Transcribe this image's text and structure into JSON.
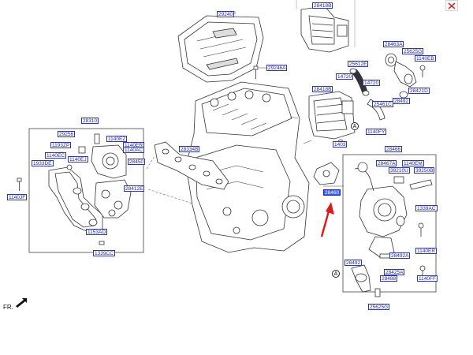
{
  "labels": {
    "l_29240": "29240",
    "l_29246a": "29246A",
    "l_28418b_top": "28418B",
    "l_28463a": "28463A",
    "l_25625g": "25625G",
    "l_1140eb": "1140EB",
    "l_25612e": "25612E",
    "l_14720a": "14720",
    "l_14720b": "14720",
    "l_28418b_mid": "28418B",
    "l_28492_top": "28492",
    "l_28421d": "28421D",
    "l_25461c": "25461C",
    "l_1140fy": "1140FY",
    "l_1403": "1403",
    "l_28310": "28310",
    "l_29256": "29256",
    "l_1140ez": "1140EZ",
    "l_1140er_l": "1140ER",
    "l_1140ac": "1140AC",
    "l_1193zp": "1193ZP",
    "l_1140ec": "1140EC",
    "l_1140ej": "1140EJ",
    "l_28450": "28450",
    "l_1933d": "1933DE",
    "l_28412e": "28412E",
    "l_1140jf": "1140JF",
    "l_1153ad": "1153AD",
    "l_1339cc": "1339CC",
    "l_28334b": "28334B",
    "l_28460": "28460",
    "l_28466": "28466",
    "l_28467a": "28467A",
    "l_1140em": "1140EM",
    "l_39210u": "39210U",
    "l_39250b": "39250B",
    "l_1339ac": "1339AC",
    "l_1140er_r": "1140ER",
    "l_28492a": "28492A",
    "l_28492_bot": "28492",
    "l_28425a": "28425A",
    "l_28488": "28488",
    "l_1140ff": "1140FF",
    "l_25625g_bot": "25625G"
  },
  "marks": {
    "a1": "A",
    "a2": "A"
  },
  "footer": {
    "fr_label": "FR."
  },
  "colors": {
    "label_border": "#2a35c8",
    "label_text": "#1c26b8",
    "selected_fill": "#3a5fe0",
    "arrow": "#e01818",
    "line": "#444444"
  }
}
